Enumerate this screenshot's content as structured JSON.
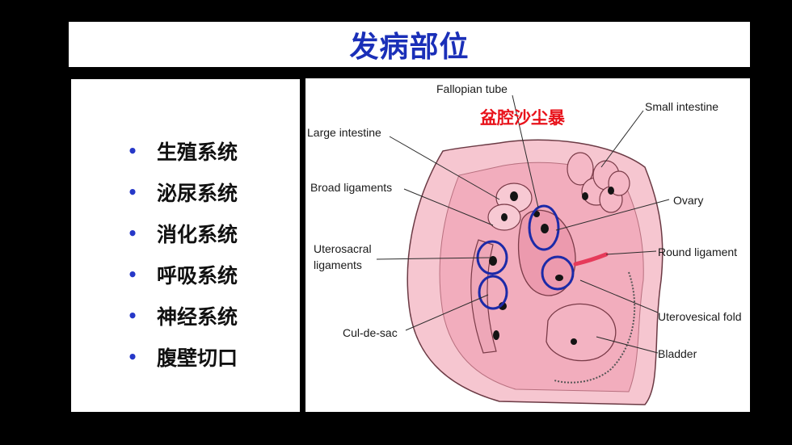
{
  "slide": {
    "title": "发病部位",
    "title_color": "#1a2fb8"
  },
  "left_list": {
    "bullet_color": "#2638c8",
    "items": [
      {
        "bullet": "•",
        "label": "生殖系统"
      },
      {
        "bullet": "•",
        "label": "泌尿系统"
      },
      {
        "bullet": "•",
        "label": "消化系统"
      },
      {
        "bullet": "•",
        "label": "呼吸系统"
      },
      {
        "bullet": "•",
        "label": "神经系统"
      },
      {
        "bullet": "•",
        "label": "腹壁切口"
      }
    ]
  },
  "diagram": {
    "highlight_label": "盆腔沙尘暴",
    "highlight_color": "#e8121a",
    "circle_color": "#1c2aa8",
    "labels": {
      "fallopian_tube": "Fallopian tube",
      "small_intestine": "Small intestine",
      "large_intestine": "Large intestine",
      "broad_ligaments": "Broad ligaments",
      "ovary": "Ovary",
      "uterosacral_1": "Uterosacral",
      "uterosacral_2": "ligaments",
      "round_ligament": "Round ligament",
      "uterovesical_fold": "Uterovesical fold",
      "cul_de_sac": "Cul-de-sac",
      "bladder": "Bladder"
    }
  }
}
